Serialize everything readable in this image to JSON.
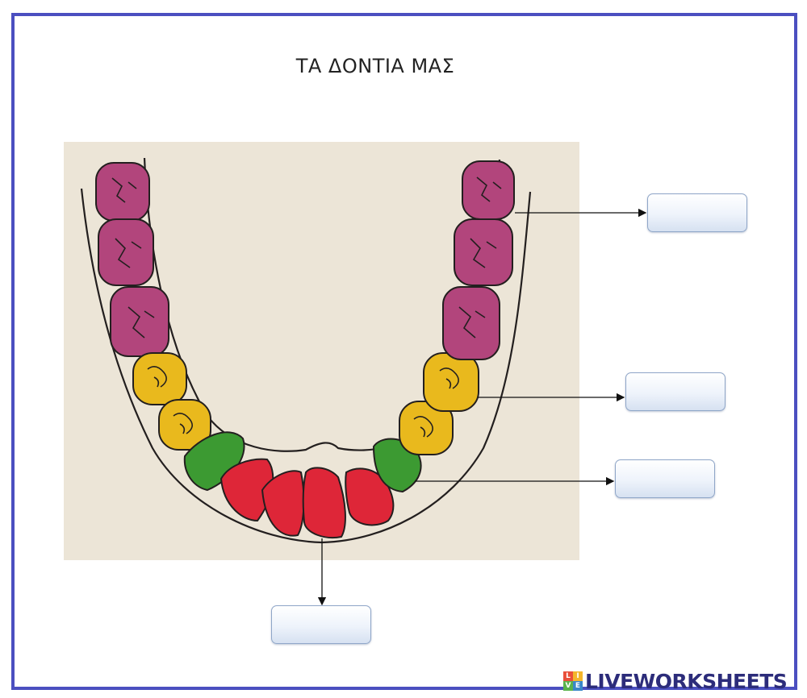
{
  "worksheet": {
    "title": "ΤΑ ΔΟΝΤΙΑ ΜΑΣ"
  },
  "illustration": {
    "subject": "lower-jaw-teeth",
    "colors": {
      "background": "#ece5d7",
      "molar": "#b2457c",
      "premolar": "#e9b91d",
      "canine": "#3c9a32",
      "incisor": "#de2638",
      "outline": "#231f1f",
      "frame": "#4b4fc0"
    }
  },
  "answers": {
    "molars": "",
    "premolars": "",
    "canines": "",
    "incisors": ""
  },
  "branding": {
    "logo_letters": [
      "L",
      "I",
      "V",
      "E"
    ],
    "name": "LIVEWORKSHEETS"
  }
}
